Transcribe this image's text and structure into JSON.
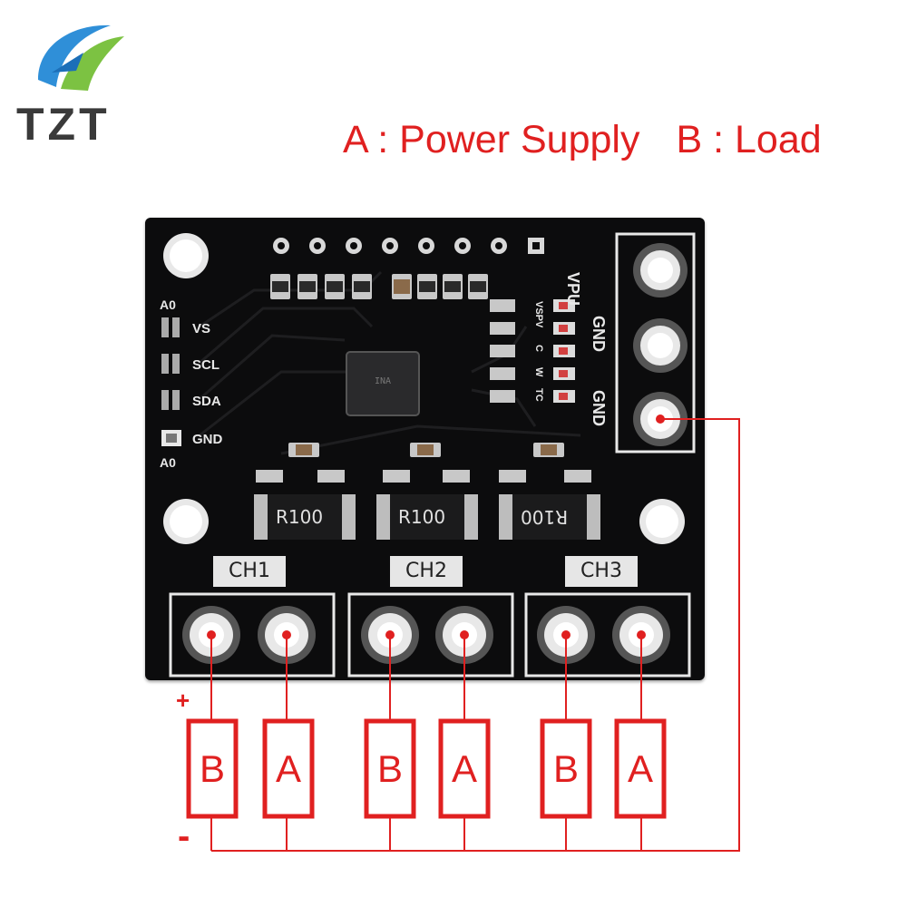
{
  "logo": {
    "text": "TZT",
    "icon": "tzt-swirl-logo-icon"
  },
  "legend": {
    "a": "A : Power Supply",
    "b": "B : Load"
  },
  "board": {
    "addr_top": "A0",
    "addr_bottom": "A0",
    "left_pins": [
      "VS",
      "SCL",
      "SDA",
      "GND"
    ],
    "right_pins": [
      "VPU",
      "GND",
      "GND"
    ],
    "led_labels": [
      "VSPV",
      "C",
      "W",
      "TC"
    ],
    "channels": [
      "CH1",
      "CH2",
      "CH3"
    ],
    "resistors": [
      "R100",
      "R100",
      "R100"
    ]
  },
  "wiring": {
    "plus": "+",
    "minus": "-",
    "boxes": [
      "B",
      "A",
      "B",
      "A",
      "B",
      "A"
    ]
  },
  "colors": {
    "accent": "#e02020",
    "pcb": "#0c0c0d",
    "silkscreen": "#e8e8e8"
  }
}
